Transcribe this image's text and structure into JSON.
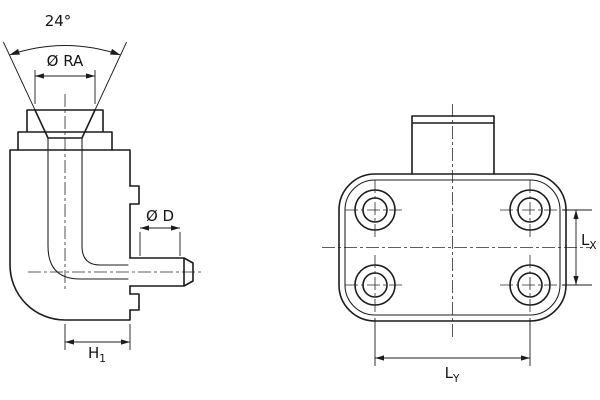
{
  "colors": {
    "background": "#ffffff",
    "line": "#1c1c1c"
  },
  "left_view": {
    "labels": {
      "cone_angle": "24°",
      "flare_diameter": "Ø RA",
      "port_diameter": "Ø D",
      "height": {
        "base": "H",
        "sub": "1"
      }
    }
  },
  "right_view": {
    "labels": {
      "spacing_x": {
        "base": "L",
        "sub": "X"
      },
      "spacing_y": {
        "base": "L",
        "sub": "Y"
      }
    }
  }
}
